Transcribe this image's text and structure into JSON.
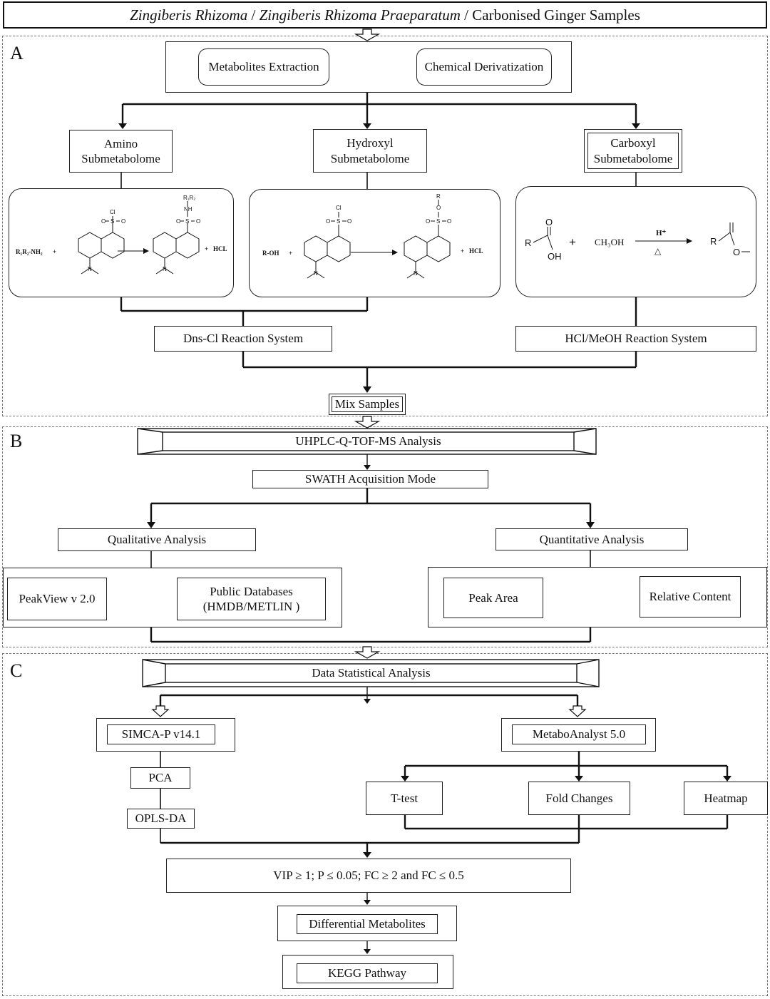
{
  "title": {
    "part1": "Zingiberis Rhizoma",
    "sep1": " / ",
    "part2": "Zingiberis Rhizoma Praeparatum",
    "sep2": " / ",
    "part3": "Carbonised Ginger Samples"
  },
  "sections": {
    "a": "A",
    "b": "B",
    "c": "C"
  },
  "section_a": {
    "metabolites_extraction": "Metabolites Extraction",
    "chemical_derivatization": "Chemical Derivatization",
    "amino": "Amino\nSubmetabolome",
    "hydroxyl": "Hydroxyl\nSubmetabolome",
    "carboxyl": "Carboxyl\nSubmetabolome",
    "dns_cl": "Dns-Cl Reaction System",
    "hcl_meoh": "HCl/MeOH Reaction System",
    "mix_samples": "Mix Samples",
    "chem": {
      "amine_reactant": "R₁R₂-NH₂",
      "plus": "+",
      "hcl": "HCL",
      "cl": "Cl",
      "s": "S",
      "o": "O",
      "n": "N",
      "nh": "NH",
      "r1r2": "R₁R₂",
      "r_oh": "R-OH",
      "r": "R",
      "oh": "OH",
      "ch3oh": "CH₃OH",
      "h_plus": "H⁺",
      "delta": "△"
    }
  },
  "section_b": {
    "uhplc": "UHPLC-Q-TOF-MS Analysis",
    "swath": "SWATH Acquisition Mode",
    "qualitative": "Qualitative Analysis",
    "quantitative": "Quantitative Analysis",
    "peakview": "PeakView v 2.0",
    "public_db": "Public Databases\n(HMDB/METLIN )",
    "peak_area": "Peak Area",
    "relative_content": "Relative Content"
  },
  "section_c": {
    "data_stat": "Data Statistical Analysis",
    "simca": "SIMCA-P v14.1",
    "metaboanalyst": "MetaboAnalyst 5.0",
    "pca": "PCA",
    "oplsda": "OPLS-DA",
    "ttest": "T-test",
    "fold_changes": "Fold Changes",
    "heatmap": "Heatmap",
    "criteria": "VIP ≥ 1; P ≤ 0.05; FC ≥ 2 and FC ≤ 0.5",
    "differential": "Differential Metabolites",
    "kegg": "KEGG Pathway"
  }
}
